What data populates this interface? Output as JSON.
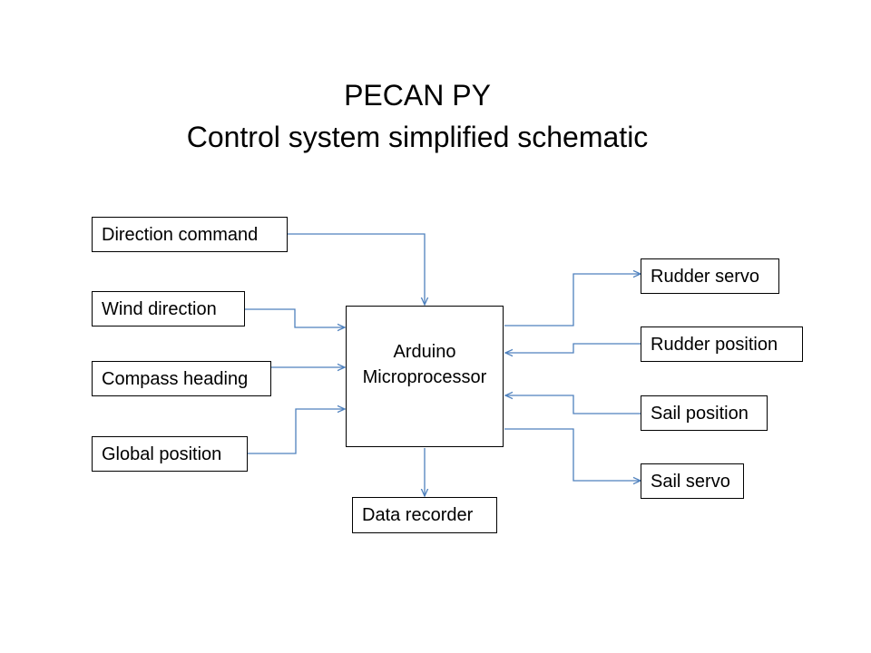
{
  "title": {
    "line1": "PECAN PY",
    "line2": "Control system simplified schematic"
  },
  "processor": {
    "line1": "Arduino",
    "line2": "Microprocessor"
  },
  "inputs": [
    "Direction command",
    "Wind direction",
    "Compass heading",
    "Global position"
  ],
  "outputs": [
    "Rudder servo",
    "Rudder position",
    "Sail position",
    "Sail servo"
  ],
  "recorder": "Data recorder",
  "colors": {
    "connector": "#4F81BD",
    "box_border": "#000000"
  }
}
